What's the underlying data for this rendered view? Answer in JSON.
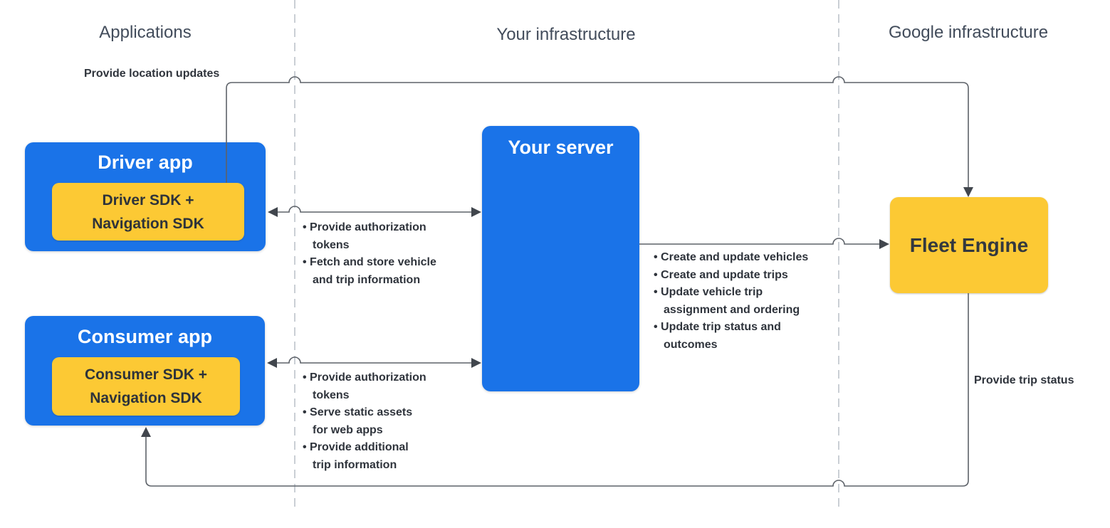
{
  "columns": {
    "applications": "Applications",
    "your_infrastructure": "Your infrastructure",
    "google_infrastructure": "Google infrastructure"
  },
  "nodes": {
    "driver_app": {
      "title": "Driver app",
      "sdk": "Driver SDK +\nNavigation SDK"
    },
    "consumer_app": {
      "title": "Consumer app",
      "sdk": "Consumer SDK +\nNavigation SDK"
    },
    "your_server": {
      "title": "Your server"
    },
    "fleet_engine": {
      "title": "Fleet Engine"
    }
  },
  "edge_labels": {
    "provide_location_updates": "Provide location updates",
    "provide_trip_status": "Provide trip status"
  },
  "bullet_lists": {
    "driver_server": [
      "Provide authorization\ntokens",
      "Fetch and store vehicle\nand trip information"
    ],
    "consumer_server": [
      "Provide authorization\ntokens",
      "Serve static assets\nfor web apps",
      "Provide additional\ntrip information"
    ],
    "server_fleet": [
      "Create and update vehicles",
      "Create and update trips",
      "Update vehicle trip\nassignment and ordering",
      "Update trip status and\noutcomes"
    ]
  },
  "colors": {
    "blue": "#1a73e8",
    "yellow": "#fcc934",
    "line": "#5d6269",
    "dashed": "#b9bfc7",
    "header_text": "#424c5b",
    "dark_text": "#2f343c",
    "white_text": "#ffffff"
  }
}
